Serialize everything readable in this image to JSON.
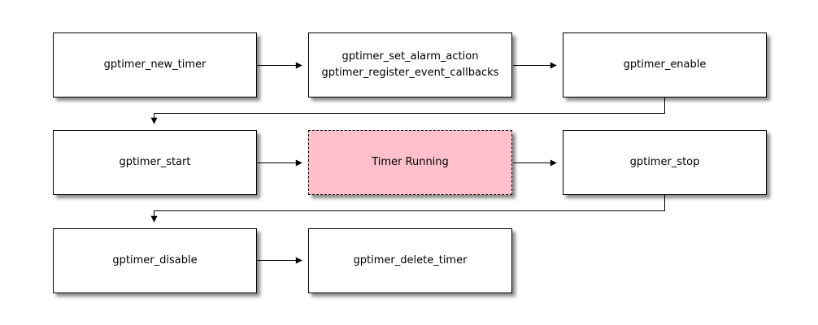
{
  "diagram": {
    "type": "flowchart",
    "background_color": "#ffffff",
    "colors": {
      "node_fill": "#ffffff",
      "node_border": "#000000",
      "highlight_node_fill": "#ffc0cb",
      "connector": "#000000",
      "text": "#000000"
    },
    "nodes": {
      "new_timer": {
        "label": "gptimer_new_timer"
      },
      "set_alarm": {
        "label": "gptimer_set_alarm_action\ngptimer_register_event_callbacks"
      },
      "enable": {
        "label": "gptimer_enable"
      },
      "start": {
        "label": "gptimer_start"
      },
      "timer_running": {
        "label": "Timer Running"
      },
      "stop": {
        "label": "gptimer_stop"
      },
      "disable": {
        "label": "gptimer_disable"
      },
      "delete_timer": {
        "label": "gptimer_delete_timer"
      }
    },
    "edges": [
      {
        "from": "new_timer",
        "to": "set_alarm"
      },
      {
        "from": "set_alarm",
        "to": "enable"
      },
      {
        "from": "enable",
        "to": "start"
      },
      {
        "from": "start",
        "to": "timer_running"
      },
      {
        "from": "timer_running",
        "to": "stop"
      },
      {
        "from": "stop",
        "to": "disable"
      },
      {
        "from": "disable",
        "to": "delete_timer"
      }
    ]
  }
}
